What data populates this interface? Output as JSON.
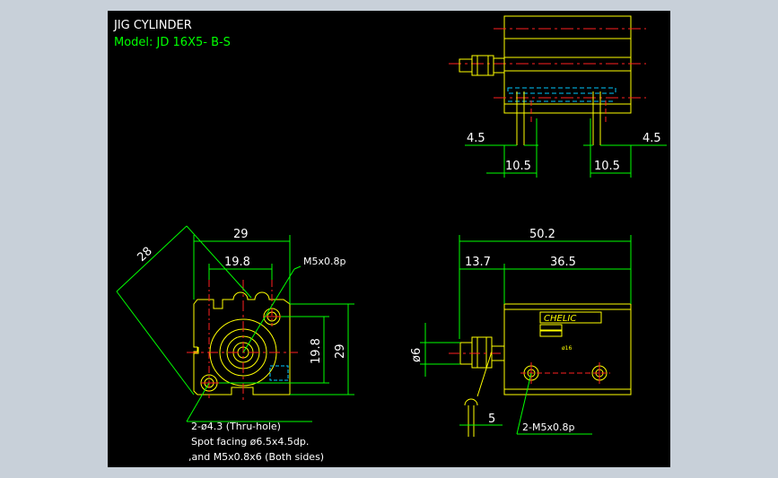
{
  "drawing": {
    "title": "JIG CYLINDER",
    "model": "Model:  JD 16X5- B-S",
    "colors": {
      "background": "#000000",
      "frame": "#c8d0d9",
      "outline": "#ffff00",
      "dimension": "#00ff00",
      "centerline": "#ff2020",
      "hidden": "#00c8ff",
      "text": "#ffffff"
    }
  },
  "views": {
    "top": {
      "dims": {
        "left_offset": "4.5",
        "right_offset": "4.5",
        "left_span": "10.5",
        "right_span": "10.5"
      }
    },
    "end": {
      "dims": {
        "diag": "28",
        "width": "29",
        "hole_pitch_h": "19.8",
        "hole_pitch_v": "19.8",
        "height": "29"
      },
      "callouts": {
        "port": "M5x0.8p",
        "holes": "2-ø4.3 (Thru-hole)",
        "spot": "Spot facing  ø6.5x4.5dp.",
        "tap": ",and M5x0.8x6 (Both sides)"
      }
    },
    "side": {
      "dims": {
        "overall": "50.2",
        "rod_part": "13.7",
        "body": "36.5",
        "rod_dia": "ø6",
        "stroke": "5"
      },
      "callouts": {
        "ports": "2-M5x0.8p"
      },
      "label": {
        "brand": "CHELIC",
        "small": "ø16"
      }
    }
  }
}
